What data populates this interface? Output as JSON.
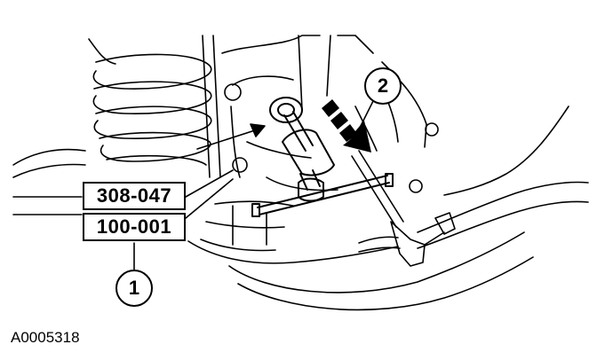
{
  "diagram": {
    "tool_numbers": [
      "308-047",
      "100-001"
    ],
    "callouts": [
      "1",
      "2"
    ],
    "figure_id": "A0005318"
  }
}
